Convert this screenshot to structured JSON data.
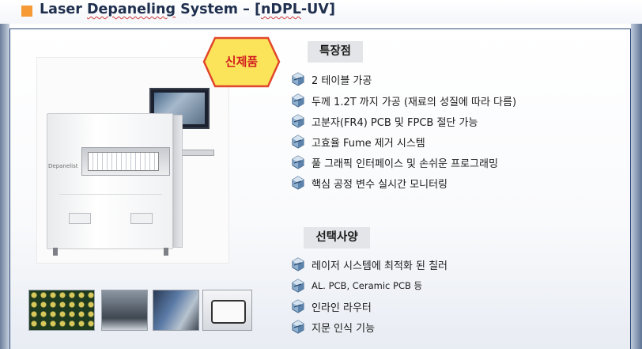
{
  "title": {
    "prefix": "Laser ",
    "underlined": "Depaneling",
    "middle": " System – [",
    "underlined2": "nDPL",
    "suffix": "-UV]"
  },
  "badge": {
    "label": "신제품"
  },
  "machine": {
    "brand": "Depanelist"
  },
  "features": {
    "heading": "특장점",
    "items": [
      "2 테이블 가공",
      "두께 1.2T 까지 가공 (재료의 성질에 따라 다름)",
      "고분자(FR4) PCB 및 FPCB 절단 가능",
      "고효율 Fume 제거 시스템",
      "풀 그래픽 인터페이스 및 손쉬운 프로그래밍",
      "핵심 공정 변수 실시간 모니터링"
    ]
  },
  "options": {
    "heading": "선택사양",
    "items": [
      "레이저 시스템에 최적화 된 칠러",
      "AL. PCB, Ceramic PCB 등",
      "인라인 라우터",
      "지문 인식 기능"
    ]
  },
  "colors": {
    "title_square": "#f59a35",
    "title_text": "#1f2f4e",
    "badge_fill": "#fbe45a",
    "badge_stroke": "#e0472b",
    "badge_text": "#d21f1f",
    "panel_border": "#2e4a78",
    "section_header_bg": "#e3e5e8"
  },
  "icons": {
    "bullet": "cube-bullet-icon"
  }
}
